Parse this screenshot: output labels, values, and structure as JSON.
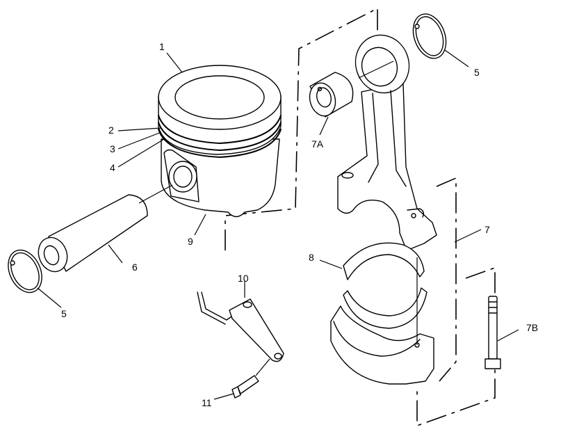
{
  "diagram": {
    "callouts": {
      "c1": "1",
      "c2": "2",
      "c3": "3",
      "c4": "4",
      "c5_top": "5",
      "c5_left": "5",
      "c6": "6",
      "c7": "7",
      "c7a": "7A",
      "c7b": "7B",
      "c8": "8",
      "c9": "9",
      "c10": "10",
      "c11": "11"
    }
  }
}
